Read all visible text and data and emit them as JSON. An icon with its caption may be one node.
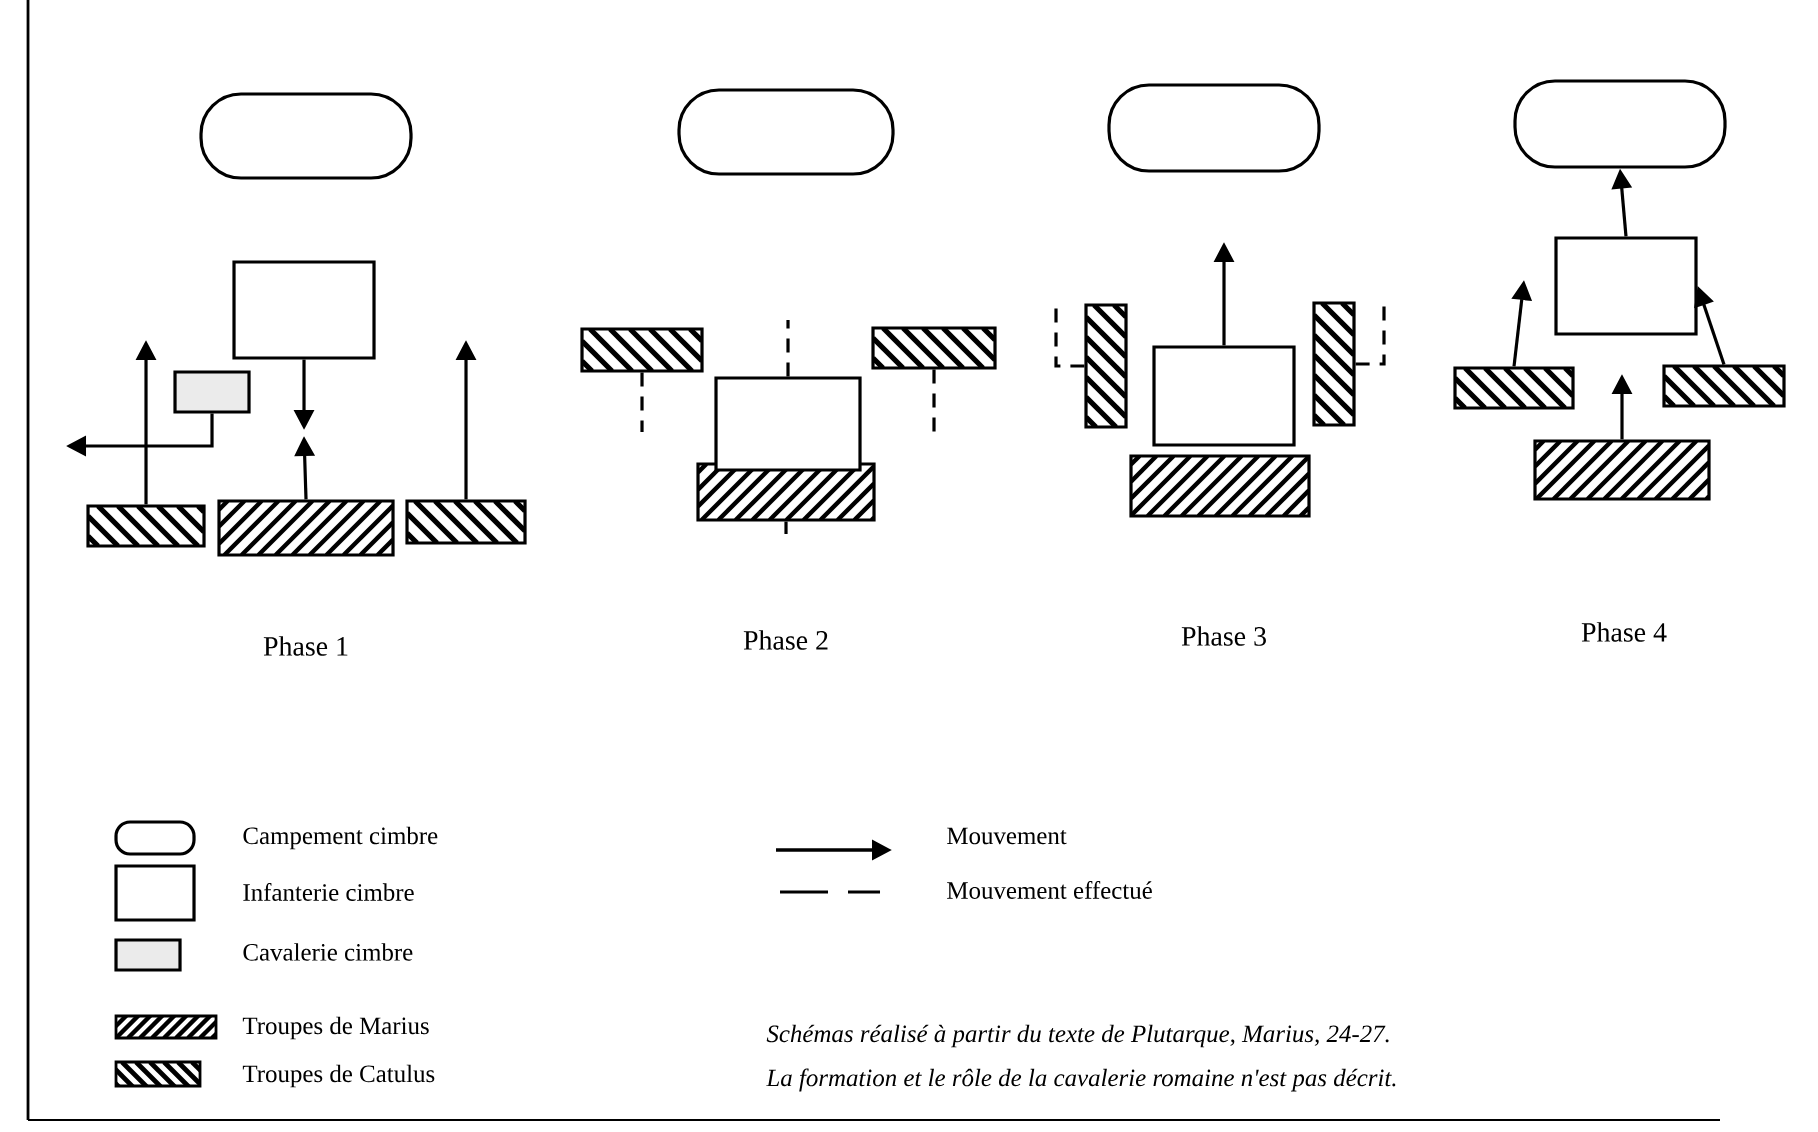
{
  "diagram": {
    "nodes": [
      {
        "text": [],
        "shape": "oval"
      },
      {
        "text": [],
        "shape": "box"
      },
      {
        "text": [],
        "shape": "box"
      },
      {
        "text": [],
        "shape": "bar"
      },
      {
        "text": [],
        "shape": "bar"
      },
      {
        "text": [],
        "shape": "bar"
      },
      {
        "text": [],
        "shape": "oval"
      },
      {
        "text": [],
        "shape": "bar"
      },
      {
        "text": [],
        "shape": "bar"
      },
      {
        "text": [],
        "shape": "box"
      },
      {
        "text": [],
        "shape": "bar"
      },
      {
        "text": [],
        "shape": "oval"
      },
      {
        "text": [],
        "shape": "bar"
      },
      {
        "text": [],
        "shape": "box"
      },
      {
        "text": [],
        "shape": "bar"
      },
      {
        "text": [],
        "shape": "bar"
      },
      {
        "text": [],
        "shape": "oval"
      },
      {
        "text": [],
        "shape": "box"
      },
      {
        "text": [],
        "shape": "bar"
      },
      {
        "text": [],
        "shape": "bar"
      },
      {
        "text": [],
        "shape": "bar"
      }
    ],
    "edges": [
      {
        "from": 3,
        "to": null,
        "arrow": "to"
      },
      {
        "from": 2,
        "to": null,
        "arrow": "to"
      },
      {
        "from": 1,
        "to": null,
        "arrow": "to"
      },
      {
        "from": 4,
        "to": null,
        "arrow": "to"
      },
      {
        "from": 5,
        "to": null,
        "arrow": "to"
      },
      {
        "from": 7,
        "to": null,
        "arrow": "none",
        "style": "dashed"
      },
      {
        "from": 8,
        "to": null,
        "arrow": "none",
        "style": "dashed"
      },
      {
        "from": 9,
        "to": null,
        "arrow": "none",
        "style": "dashed"
      },
      {
        "from": 10,
        "to": null,
        "arrow": "none",
        "style": "dashed"
      },
      {
        "from": 13,
        "to": null,
        "arrow": "to"
      },
      {
        "from": 12,
        "to": null,
        "arrow": "none",
        "style": "dashed"
      },
      {
        "from": 14,
        "to": null,
        "arrow": "none",
        "style": "dashed"
      },
      {
        "from": 17,
        "to": 16,
        "arrow": "to"
      },
      {
        "from": 18,
        "to": null,
        "arrow": "to"
      },
      {
        "from": 20,
        "to": null,
        "arrow": "to"
      },
      {
        "from": 19,
        "to": 17,
        "arrow": "to"
      }
    ],
    "labels": [
      "Phase 1",
      "Phase 2",
      "Phase 3",
      "Phase 4",
      "Schémas réalisé à partir du texte de Plutarque, Marius, 24-27.",
      "La formation et le rôle de la cavalerie romaine n'est pas décrit."
    ],
    "legend": [
      {
        "text": "Campement cimbre"
      },
      {
        "text": "Infanterie cimbre"
      },
      {
        "text": "Cavalerie cimbre"
      },
      {
        "text": "Troupes de Marius"
      },
      {
        "text": "Troupes de Catulus"
      },
      {
        "text": "Mouvement"
      },
      {
        "text": "Mouvement effectué"
      }
    ]
  }
}
